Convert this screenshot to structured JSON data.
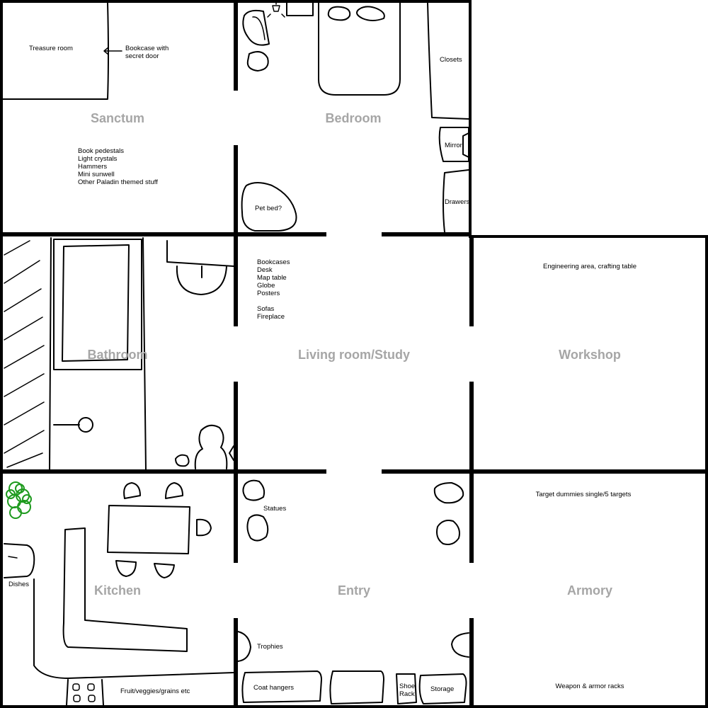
{
  "rooms": {
    "sanctum": {
      "name": "Sanctum",
      "treasure_room": "Treasure room",
      "bookcase_note": [
        "Bookcase with",
        "secret door"
      ],
      "items": [
        "Book pedestals",
        "Light crystals",
        "Hammers",
        "Mini sunwell",
        "Other Paladin themed stuff"
      ]
    },
    "bedroom": {
      "name": "Bedroom",
      "closets": "Closets",
      "mirror": "Mirror",
      "drawers": "Drawers",
      "pet_bed": "Pet bed?"
    },
    "bathroom": {
      "name": "Bathroom"
    },
    "living_room": {
      "name": "Living room/Study",
      "items": [
        "Bookcases",
        "Desk",
        "Map table",
        "Globe",
        "Posters",
        "",
        "Sofas",
        "Fireplace"
      ]
    },
    "workshop": {
      "name": "Workshop",
      "note": "Engineering area, crafting table"
    },
    "kitchen": {
      "name": "Kitchen",
      "dishes": "Dishes",
      "pantry": "Fruit/veggies/grains etc"
    },
    "entry": {
      "name": "Entry",
      "statues": "Statues",
      "trophies": "Trophies",
      "coat_hangers": "Coat hangers",
      "shoe_rack": [
        "Shoe",
        "Rack"
      ],
      "storage": "Storage"
    },
    "armory": {
      "name": "Armory",
      "note_top": "Target dummies single/5 targets",
      "note_bottom": "Weapon & armor racks"
    }
  },
  "colors": {
    "wall": "#000000",
    "room_label": "#a6a6a6",
    "plant": "#1e9a1e",
    "background": "#ffffff"
  }
}
